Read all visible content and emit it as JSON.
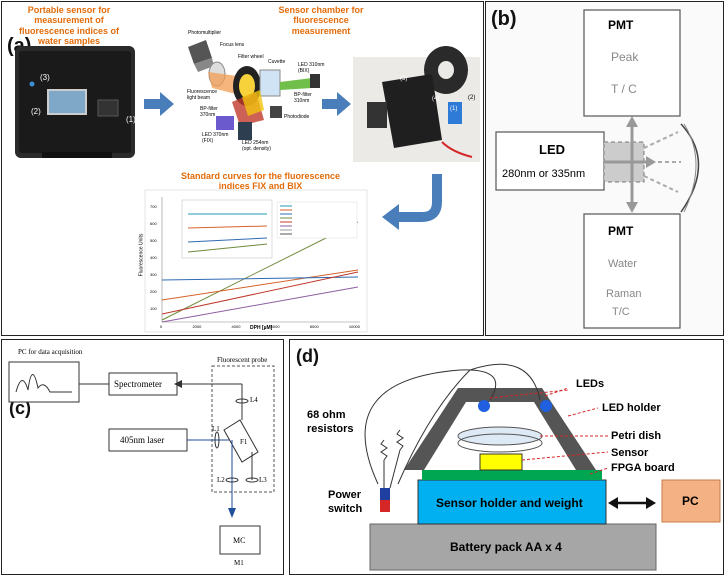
{
  "panel_a": {
    "label": "(a)",
    "title_left": "Portable sensor for measurement of fluorescence indices of water samples",
    "title_mid": "Sensor chamber for fluorescence measurement",
    "title_bottom": "Standard curves for the fluorescence indices FIX and BIX",
    "device_marks": [
      "(1)",
      "(2)",
      "(3)"
    ],
    "optics": {
      "photomultiplier": "Photomultiplier",
      "focus_lens": "Focus lens",
      "filter_wheel": "Filter wheel",
      "cuvette": "Cuvette",
      "led_310": "LED 310nm (BIX)",
      "fluor_beam": "Fluorescence light beam",
      "bp_filter_310": "BP-filter 310nm",
      "bp_filter_370": "BP-filter 370nm",
      "led_370": "LED 370nm (FIX)",
      "led_254": "LED 254nm (opt. density)",
      "photodiode": "Photodiode"
    },
    "chamber_marks": [
      "(1)",
      "(2)",
      "(3)",
      "(4)"
    ],
    "chart": {
      "ylabel": "Fluorescence Units",
      "xlabel": "DPH [µM]",
      "yticks": [
        "700",
        "600",
        "500",
        "400",
        "300",
        "200",
        "100",
        "0"
      ],
      "xticks": [
        "0",
        "2000",
        "4000",
        "6000",
        "8000",
        "10000"
      ]
    }
  },
  "panel_b": {
    "label": "(b)",
    "led": "LED",
    "led_sub": "280nm or 335nm",
    "pmt_top": "PMT",
    "pmt_top_sub1": "Peak",
    "pmt_top_sub2": "T / C",
    "pmt_bot": "PMT",
    "pmt_bot_sub1": "Water",
    "pmt_bot_sub2": "Raman",
    "pmt_bot_sub3": "T/C"
  },
  "panel_c": {
    "label": "(c)",
    "pc": "PC for data acquisition",
    "spectrometer": "Spectrometer",
    "probe": "Fluorescent probe",
    "laser": "405nm laser",
    "l1": "L1",
    "l2": "L2",
    "l3": "L3",
    "l4": "L4",
    "f1": "F1",
    "mc": "MC",
    "m1": "M1"
  },
  "panel_d": {
    "label": "(d)",
    "leds": "LEDs",
    "led_holder": "LED holder",
    "petri": "Petri dish",
    "sensor": "Sensor",
    "fpga": "FPGA board",
    "resistors": "68 ohm resistors",
    "power_switch": "Power switch",
    "sensor_holder": "Sensor holder and weight",
    "pc": "PC",
    "battery": "Battery pack AA x 4"
  },
  "colors": {
    "orange": "#e36c0a",
    "blue_arrow": "#4a7ebb",
    "sensor_holder": "#00b0f0",
    "fpga": "#00a651",
    "pc_box": "#f4b183",
    "battery": "#a6a6a6",
    "sensor_yellow": "#ffff00"
  }
}
